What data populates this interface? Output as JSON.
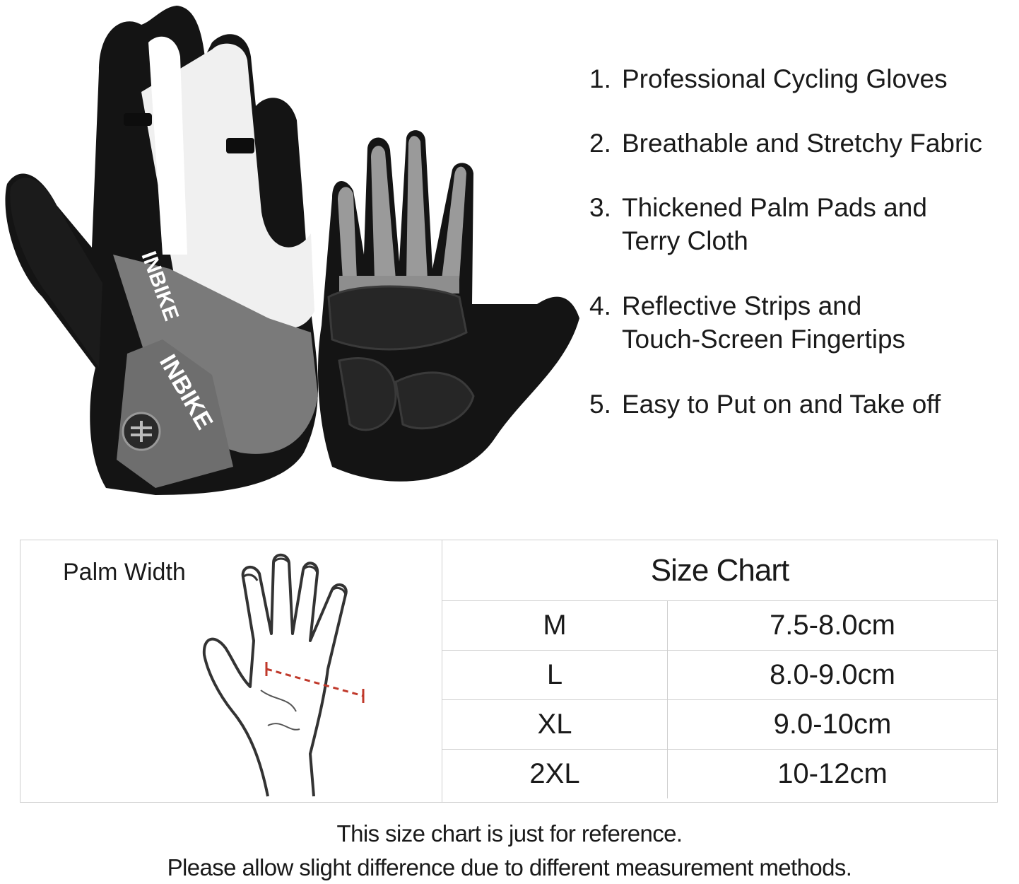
{
  "product": {
    "brand_text": "INBIKE"
  },
  "features": [
    {
      "num": "1.",
      "lines": [
        "Professional Cycling Gloves"
      ]
    },
    {
      "num": "2.",
      "lines": [
        "Breathable and Stretchy Fabric"
      ]
    },
    {
      "num": "3.",
      "lines": [
        "Thickened Palm Pads and",
        "Terry Cloth"
      ]
    },
    {
      "num": "4.",
      "lines": [
        "Reflective Strips and",
        "Touch-Screen Fingertips"
      ]
    },
    {
      "num": "5.",
      "lines": [
        "Easy to Put on and Take off"
      ]
    }
  ],
  "size_chart": {
    "palm_label": "Palm Width",
    "title": "Size Chart",
    "rows": [
      {
        "size": "M",
        "range": "7.5-8.0cm"
      },
      {
        "size": "L",
        "range": "8.0-9.0cm"
      },
      {
        "size": "XL",
        "range": "9.0-10cm"
      },
      {
        "size": "2XL",
        "range": "10-12cm"
      }
    ]
  },
  "notes": [
    "This size chart is just for reference.",
    "Please allow slight difference due to different measurement methods."
  ],
  "colors": {
    "glove_black": "#141414",
    "glove_white": "#f2f2f2",
    "glove_grey": "#7a7a7a",
    "measure_line": "#c0392b"
  }
}
